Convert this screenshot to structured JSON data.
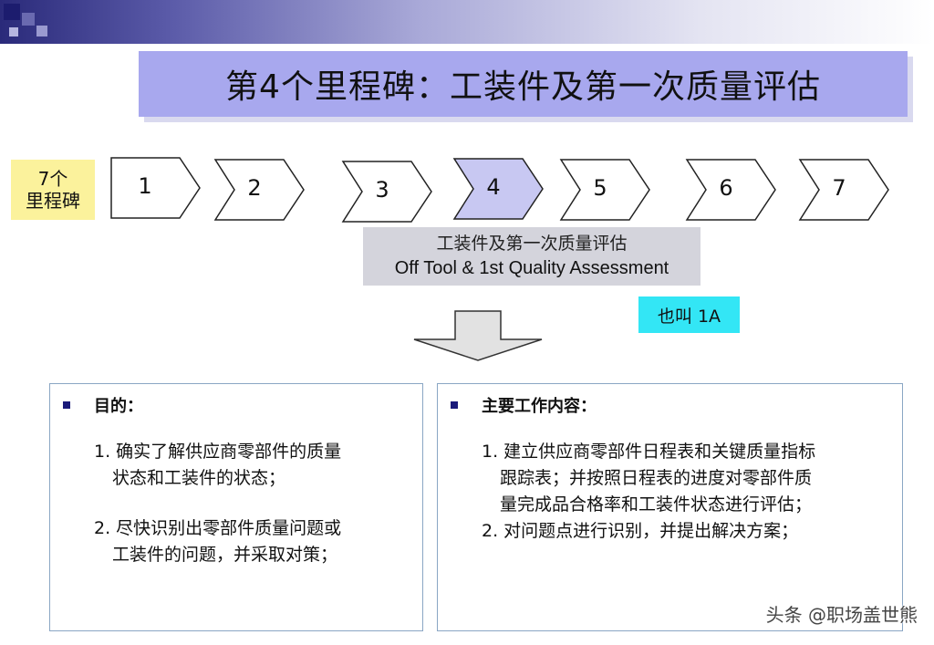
{
  "title": "第4个里程碑：工装件及第一次质量评估",
  "milestones_label": {
    "line1": "7个",
    "line2": "里程碑"
  },
  "milestones": [
    {
      "num": "1",
      "active": false
    },
    {
      "num": "2",
      "active": false
    },
    {
      "num": "3",
      "active": false
    },
    {
      "num": "4",
      "active": true
    },
    {
      "num": "5",
      "active": false
    },
    {
      "num": "6",
      "active": false
    },
    {
      "num": "7",
      "active": false
    }
  ],
  "subtitle": {
    "cn": "工装件及第一次质量评估",
    "en": "Off Tool & 1st Quality Assessment"
  },
  "also_called": "也叫 1A",
  "left_panel": {
    "heading": "目的：",
    "items": [
      {
        "line1": "1. 确实了解供应商零部件的质量",
        "line2": "状态和工装件的状态；"
      },
      {
        "line1": "2. 尽快识别出零部件质量问题或",
        "line2": "工装件的问题，并采取对策；"
      }
    ]
  },
  "right_panel": {
    "heading": "主要工作内容：",
    "items": [
      {
        "line1": "1. 建立供应商零部件日程表和关键质量指标",
        "line2": "跟踪表；并按照日程表的进度对零部件质",
        "line3": "量完成品合格率和工装件状态进行评估；"
      },
      {
        "line1": "2. 对问题点进行识别，并提出解决方案；"
      }
    ]
  },
  "watermark": "头条 @职场盖世熊",
  "colors": {
    "title_bg": "#a8a8ee",
    "label_bg": "#fbf29c",
    "active_chevron": "#c8c8f2",
    "subtitle_bg": "#d4d4dc",
    "also_bg": "#33e6f5",
    "bullet": "#1a1a7a"
  }
}
